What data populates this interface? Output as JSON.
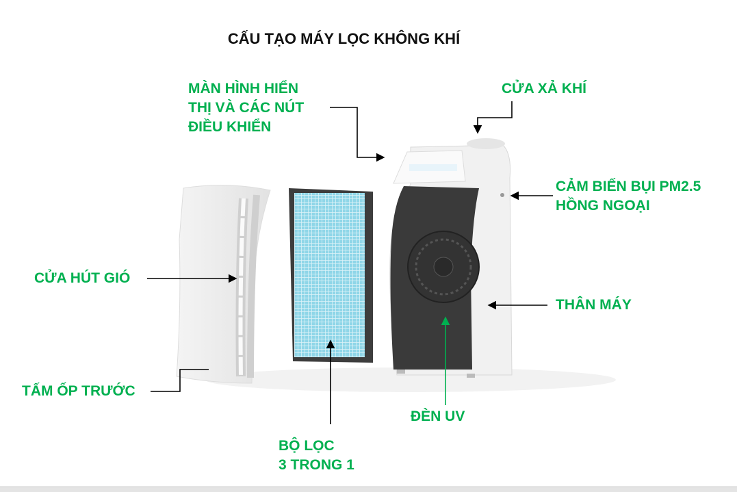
{
  "title": "CẤU TẠO MÁY LỌC KHÔNG KHÍ",
  "labels": {
    "display": [
      "MÀN HÌNH HIỂN",
      "THỊ VÀ CÁC NÚT",
      "ĐIỀU KHIỂN"
    ],
    "outlet": "CỬA XẢ KHÍ",
    "sensor": [
      "CẢM BIẾN BỤI PM2.5",
      "HỒNG NGOẠI"
    ],
    "intake": "CỬA HÚT GIÓ",
    "body": "THÂN MÁY",
    "front_panel": "TẤM ỐP TRƯỚC",
    "uv_lamp": "ĐÈN UV",
    "filter": [
      "BỘ LỌC",
      "3 TRONG 1"
    ]
  },
  "colors": {
    "label": "#00b050",
    "connector": "#000000",
    "uv_connector": "#00b050"
  }
}
